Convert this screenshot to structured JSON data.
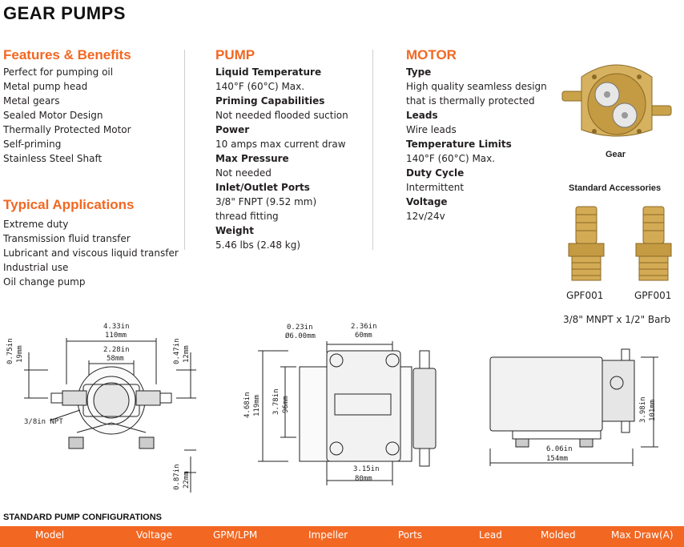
{
  "title": "GEAR PUMPS",
  "features": {
    "heading": "Features & Benefits",
    "items": [
      "Perfect for pumping oil",
      "Metal pump head",
      "Metal gears",
      "Sealed Motor Design",
      "Thermally Protected Motor",
      "Self-priming",
      "Stainless Steel Shaft"
    ]
  },
  "applications": {
    "heading": "Typical Applications",
    "items": [
      "Extreme duty",
      "Transmission fluid transfer",
      "Lubricant and viscous liquid transfer",
      "Industrial use",
      "Oil change pump"
    ]
  },
  "pump": {
    "heading": "PUMP",
    "specs": [
      {
        "label": "Liquid Temperature",
        "lines": [
          "140°F (60°C) Max."
        ]
      },
      {
        "label": "Priming Capabilities",
        "lines": [
          "Not needed flooded suction"
        ]
      },
      {
        "label": "Power",
        "lines": [
          "10 amps max current draw"
        ]
      },
      {
        "label": "Max Pressure",
        "lines": [
          "Not needed"
        ]
      },
      {
        "label": "Inlet/Outlet Ports",
        "lines": [
          "3/8\" FNPT (9.52 mm)",
          "thread fitting"
        ]
      },
      {
        "label": "Weight",
        "lines": [
          "5.46 lbs (2.48 kg)"
        ]
      }
    ]
  },
  "motor": {
    "heading": "MOTOR",
    "specs": [
      {
        "label": "Type",
        "lines": [
          "High quality seamless design",
          "that is thermally protected"
        ]
      },
      {
        "label": "Leads",
        "lines": [
          "Wire leads"
        ]
      },
      {
        "label": "Temperature Limits",
        "lines": [
          "140°F (60°C) Max."
        ]
      },
      {
        "label": "Duty Cycle",
        "lines": [
          "Intermittent"
        ]
      },
      {
        "label": "Voltage",
        "lines": [
          "12v/24v"
        ]
      }
    ]
  },
  "gear_caption": "Gear",
  "accessories": {
    "heading": "Standard Accessories",
    "items": [
      "GPF001",
      "GPF001"
    ],
    "note": "3/8\" MNPT x 1/2\" Barb"
  },
  "dimensions": {
    "front": {
      "width_in": "4.33in",
      "width_mm": "110mm",
      "inner_in": "2.28in",
      "inner_mm": "58mm",
      "left_in": "0.75in",
      "left_mm": "19mm",
      "right_in": "0.47in",
      "right_mm": "12mm",
      "bottom_in": "0.87in",
      "bottom_mm": "22mm",
      "port_label": "3/8in NPT"
    },
    "top": {
      "hole_in": "0.23in",
      "hole_mm": "Ø6.00mm",
      "span_in": "2.36in",
      "span_mm": "60mm",
      "height_in": "4.68in",
      "height_mm": "119mm",
      "inner_h_in": "3.78in",
      "inner_h_mm": "96mm",
      "base_in": "3.15in",
      "base_mm": "80mm"
    },
    "side": {
      "length_in": "6.06in",
      "length_mm": "154mm",
      "height_in": "3.98in",
      "height_mm": "101mm"
    }
  },
  "config_table": {
    "title": "STANDARD PUMP CONFIGURATIONS",
    "headers": [
      "Model",
      "Voltage",
      "GPM/LPM",
      "Impeller",
      "Ports",
      "Lead",
      "Molded",
      "Max Draw(A)"
    ]
  },
  "colors": {
    "accent": "#f26722",
    "brass": "#c9a24a"
  }
}
